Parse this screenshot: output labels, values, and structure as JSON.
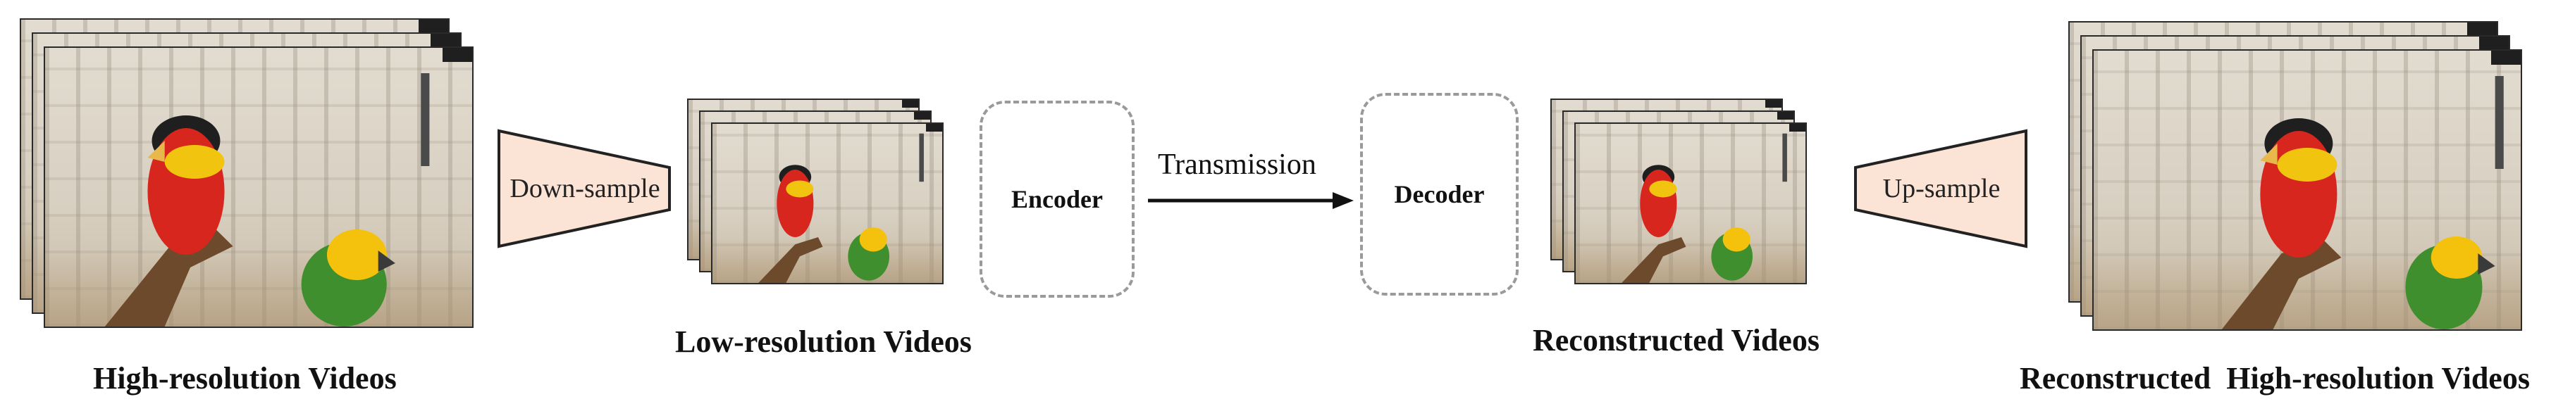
{
  "labels": {
    "hr_videos": "High-resolution Videos",
    "lr_videos": "Low-resolution Videos",
    "reconstructed_videos": "Reconstructed Videos",
    "reconstructed_hr_videos": "Reconstructed  High-resolution Videos"
  },
  "blocks": {
    "downsample": "Down-sample",
    "encoder": "Encoder",
    "transmission": "Transmission",
    "decoder": "Decoder",
    "upsample": "Up-sample"
  },
  "colors": {
    "module_fill": "#fbe3d6",
    "module_stroke": "#222222",
    "box_border": "#9a9a9a",
    "arrow": "#111111"
  },
  "icons": {
    "frame_stack": "video-frame-stack",
    "arrow": "arrow-right"
  }
}
